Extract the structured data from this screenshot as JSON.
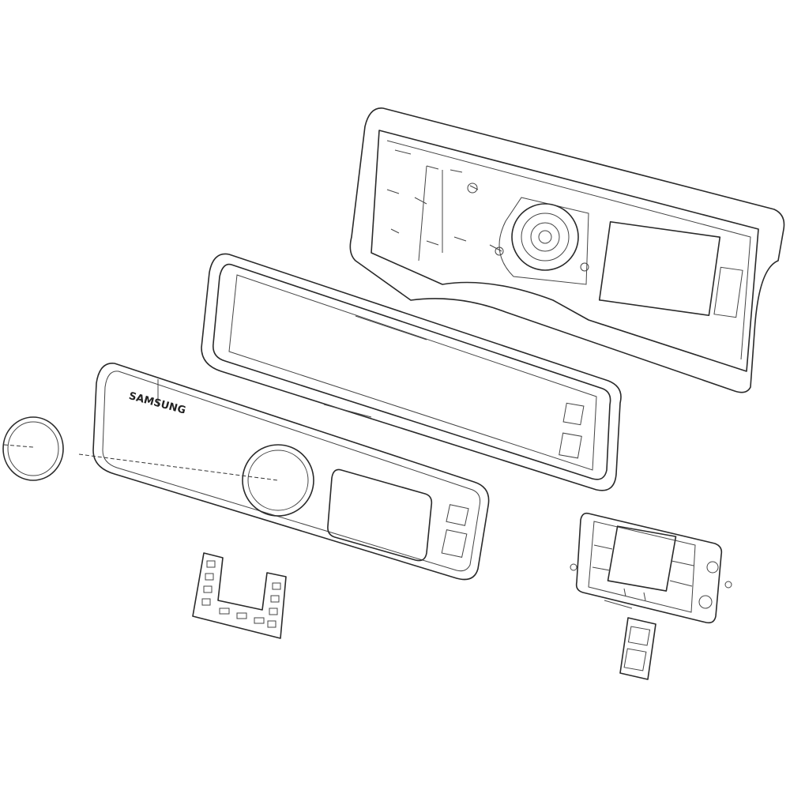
{
  "diagram": {
    "type": "exploded-parts-view",
    "logo_text": "SAMSUNG",
    "parts": [
      {
        "name": "control-panel-housing"
      },
      {
        "name": "panel-frame-gasket"
      },
      {
        "name": "front-control-panel-overlay"
      },
      {
        "name": "knob-ring"
      },
      {
        "name": "button-membrane-strip"
      },
      {
        "name": "display-pcb-module"
      },
      {
        "name": "display-connector"
      }
    ],
    "line_color": "#2a2a2a",
    "background": "#ffffff"
  }
}
